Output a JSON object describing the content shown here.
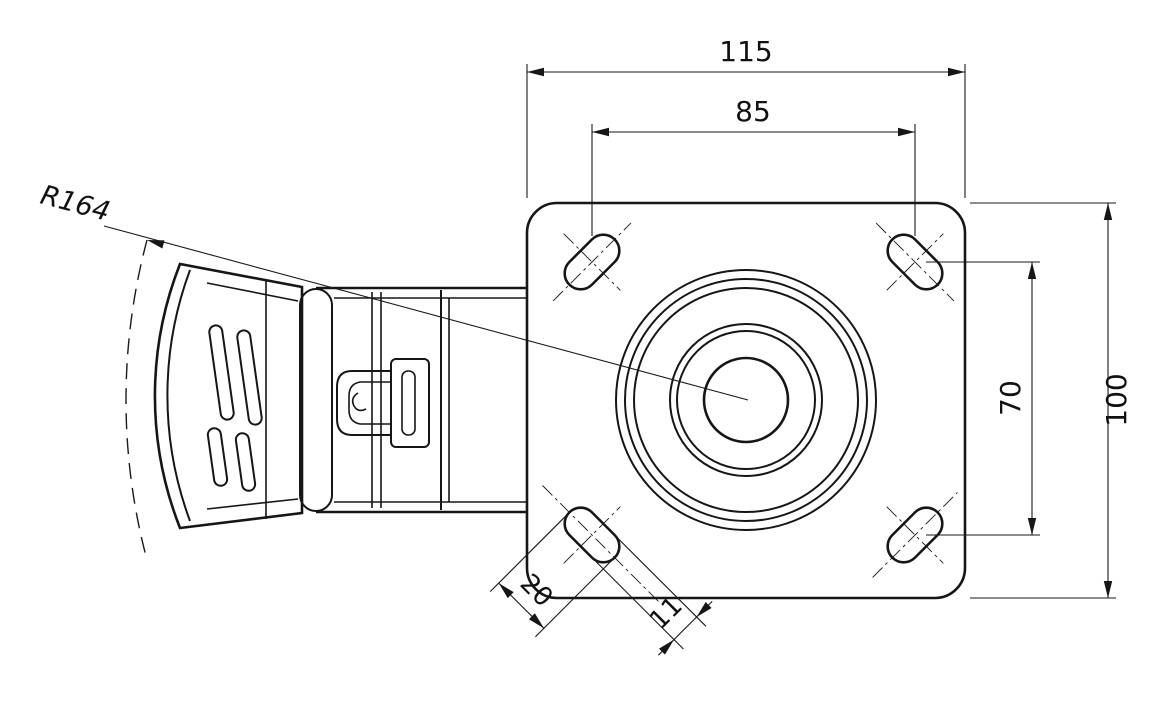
{
  "drawing": {
    "labels": {
      "plate_width": "115",
      "hole_spacing_horizontal": "85",
      "plate_height": "100",
      "hole_spacing_vertical": "70",
      "slot_length": "20",
      "slot_width": "11",
      "pedal_arc_radius": "R164"
    },
    "colors": {
      "line": "#161616",
      "background": "#ffffff"
    }
  }
}
